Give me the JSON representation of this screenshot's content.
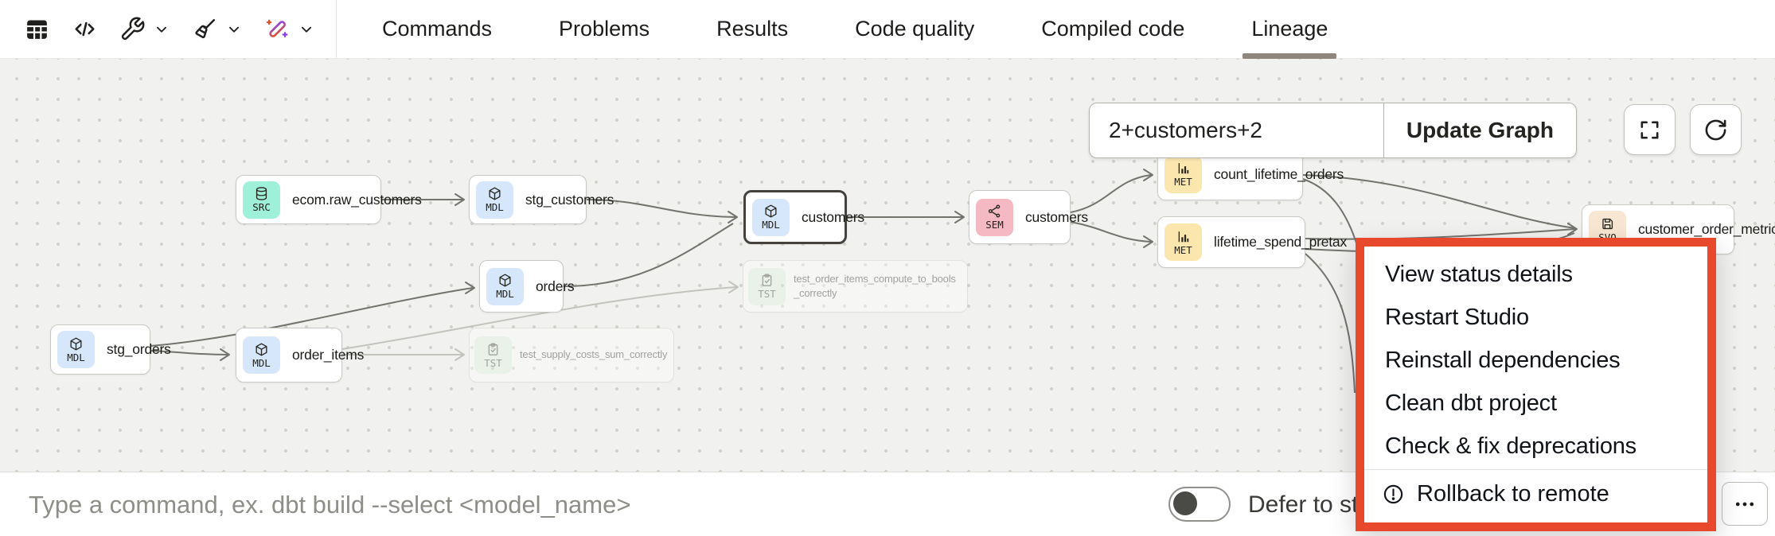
{
  "topbar": {
    "toolbar_icons": [
      "table-icon",
      "code-icon",
      "wrench-icon",
      "broom-icon",
      "magic-wand-icon"
    ],
    "tabs": [
      {
        "label": "Commands",
        "active": false
      },
      {
        "label": "Problems",
        "active": false
      },
      {
        "label": "Results",
        "active": false
      },
      {
        "label": "Code quality",
        "active": false
      },
      {
        "label": "Compiled code",
        "active": false
      },
      {
        "label": "Lineage",
        "active": true
      }
    ]
  },
  "lineage": {
    "selector_input": "2+customers+2",
    "update_button": "Update Graph",
    "corner_icons": [
      "fullscreen-icon",
      "refresh-icon"
    ],
    "nodes": [
      {
        "type": "SRC",
        "label": "ecom.raw_customers"
      },
      {
        "type": "MDL",
        "label": "stg_customers"
      },
      {
        "type": "MDL",
        "label": "customers",
        "selected": true
      },
      {
        "type": "SEM",
        "label": "customers"
      },
      {
        "type": "MET",
        "label": "count_lifetime_orders"
      },
      {
        "type": "MET",
        "label": "lifetime_spend_pretax"
      },
      {
        "type": "SVQ",
        "label": "customer_order_metrics"
      },
      {
        "type": "MDL",
        "label": "orders"
      },
      {
        "type": "MDL",
        "label": "order_items"
      },
      {
        "type": "MDL",
        "label": "stg_orders"
      },
      {
        "type": "TST",
        "label": "test_order_items_compute_to_bools_correctly",
        "faded": true
      },
      {
        "type": "TST",
        "label": "test_supply_costs_sum_correctly",
        "faded": true
      }
    ]
  },
  "menu": {
    "items": [
      "View status details",
      "Restart Studio",
      "Reinstall dependencies",
      "Clean dbt project",
      "Check & fix deprecations"
    ],
    "footer_item": "Rollback to remote",
    "footer_icon": "warning-icon",
    "border_color": "#E8492D"
  },
  "command_bar": {
    "placeholder": "Type a command, ex. dbt build --select <model_name>",
    "defer_label": "Defer to sta",
    "toggle_state": "off",
    "more_icon": "ellipsis-icon"
  },
  "colors": {
    "accent_red": "#E8492D",
    "badge_mdl": "#D7E7FB",
    "badge_src": "#9FF0D8",
    "badge_sem": "#F5B9C4",
    "badge_met": "#FBE7AE",
    "badge_svq": "#F7E7D2",
    "badge_tst": "#DEF2DD",
    "active_tab_underline": "#8F877E"
  }
}
